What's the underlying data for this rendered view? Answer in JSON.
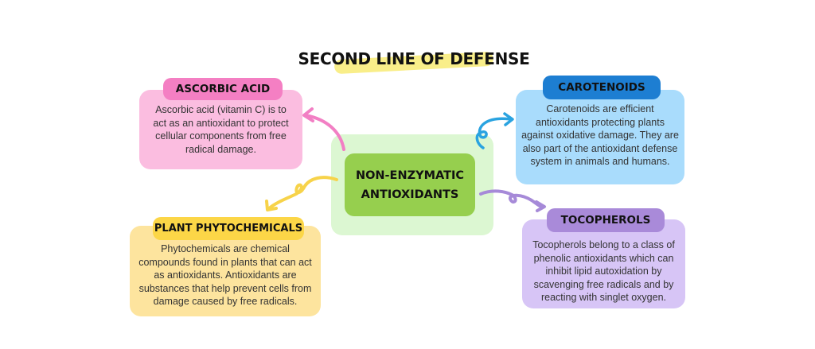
{
  "title": "SECOND LINE OF DEFENSE",
  "center": {
    "line1": "NON-ENZYMATIC",
    "line2": "ANTIOXIDANTS"
  },
  "nodes": {
    "ascorbic": {
      "label": "ASCORBIC ACID",
      "text": "Ascorbic acid (vitamin C) is to act as an antioxidant to protect cellular components from free radical damage.",
      "color": "#f5a3d3"
    },
    "carotenoids": {
      "label": "CAROTENOIDS",
      "text": "Carotenoids are efficient antioxidants protecting plants against oxidative damage. They are also part of the antioxidant defense system in animals and humans.",
      "color": "#a6dcfb"
    },
    "phyto": {
      "label": "PLANT PHYTOCHEMICALS",
      "text": "Phytochemicals are chemical compounds found in plants that can act as antioxidants. Antioxidants are substances that help prevent cells from damage caused by free radicals.",
      "color": "#fde59c"
    },
    "tocopherols": {
      "label": "TOCOPHEROLS",
      "text": "Tocopherols belong to a class of phenolic antioxidants which can inhibit lipid autoxidation by scavenging free radicals and by reacting with singlet oxygen.",
      "color": "#d8c6f7"
    }
  }
}
